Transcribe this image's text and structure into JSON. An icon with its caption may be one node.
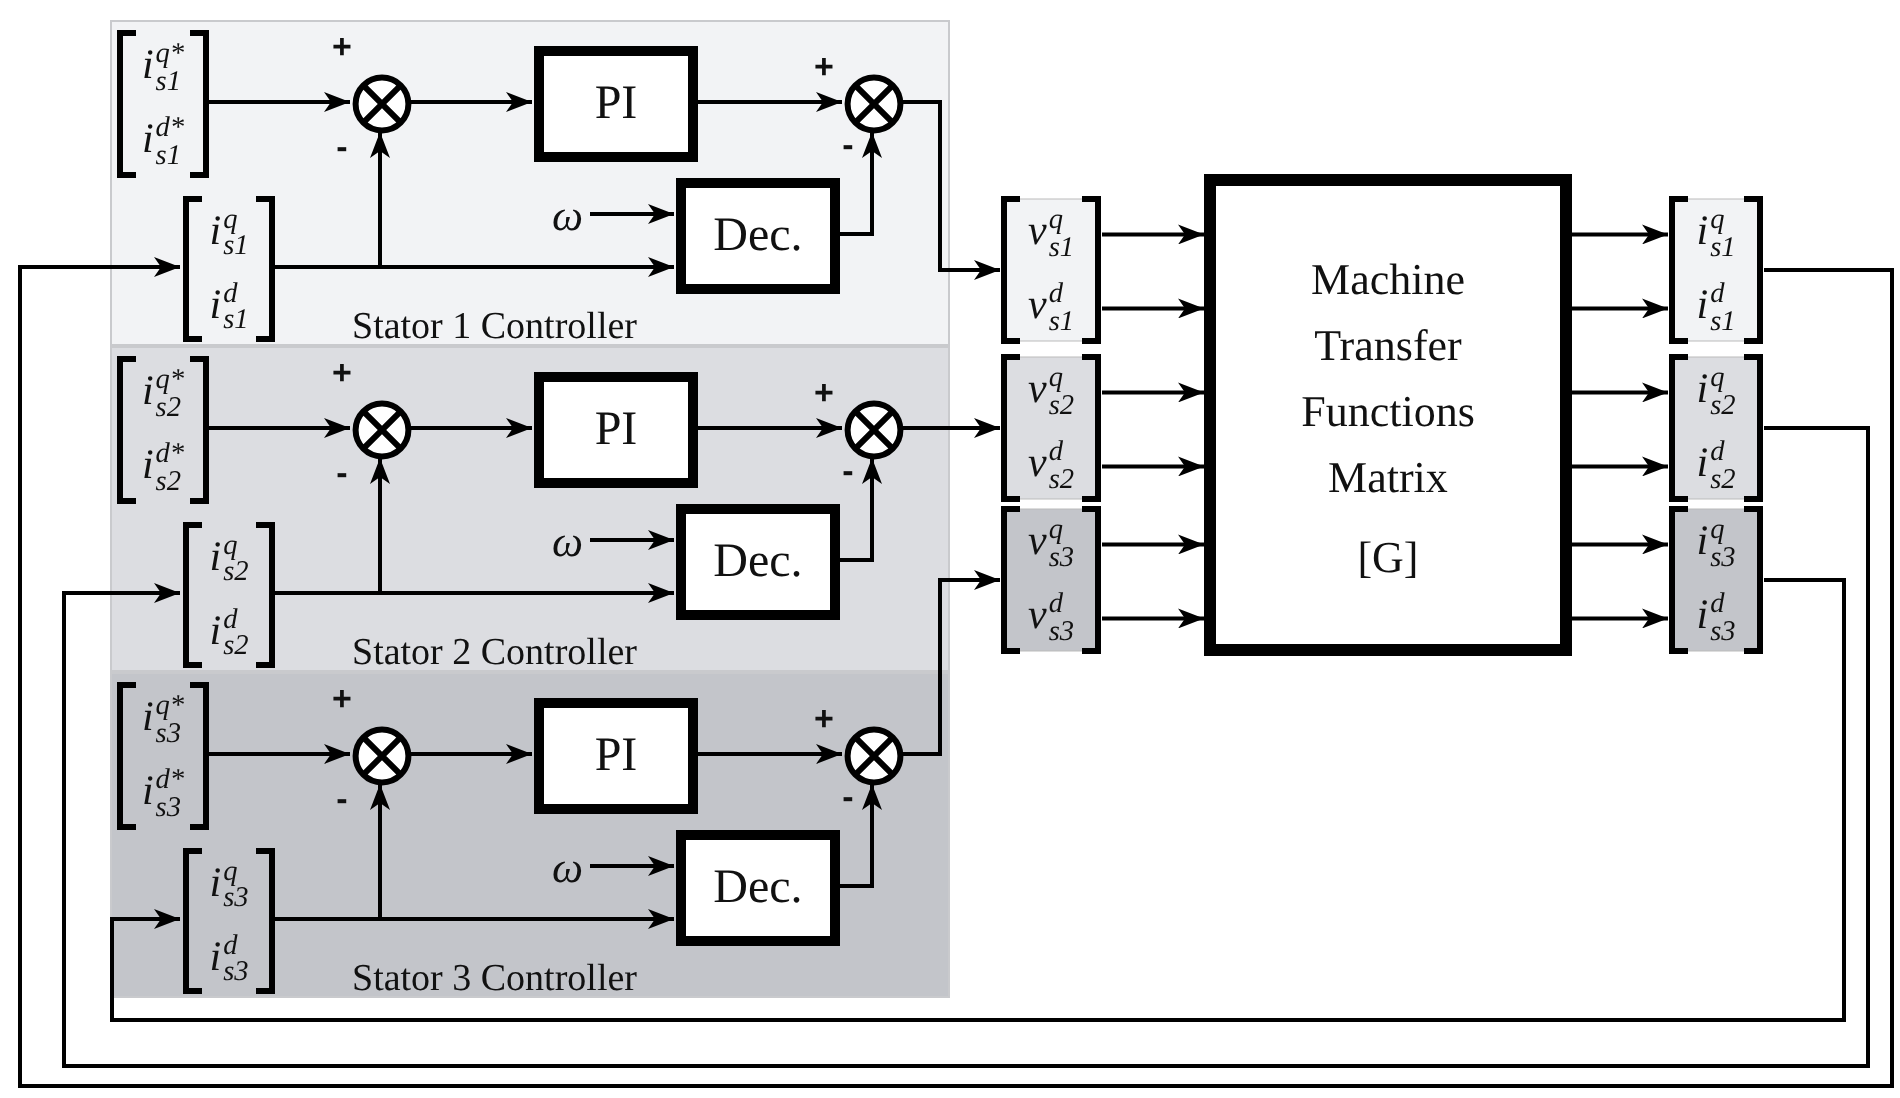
{
  "diagram": {
    "nodes": [
      {
        "text": [
          "Stator 1 Controller"
        ]
      },
      {
        "text": [
          "i$^{q*}$$_{s1}$",
          "i$^{d*}$$_{s1}$"
        ],
        "in": 0
      },
      {
        "text": [],
        "shape": "circle",
        "in": 0,
        "beside": [
          "+",
          "-"
        ]
      },
      {
        "text": [
          "PI"
        ],
        "in": 0
      },
      {
        "text": [],
        "shape": "circle",
        "in": 0,
        "beside": [
          "+",
          "-"
        ]
      },
      {
        "text": [
          "i$^{q}$$_{s1}$",
          "i$^{d}$$_{s1}$"
        ],
        "in": 0
      },
      {
        "text": [
          "ω"
        ],
        "in": 0
      },
      {
        "text": [
          "Dec."
        ],
        "in": 0
      },
      {
        "text": [
          "Stator 2 Controller"
        ]
      },
      {
        "text": [
          "i$^{q*}$$_{s2}$",
          "i$^{d*}$$_{s2}$"
        ],
        "in": 8
      },
      {
        "text": [],
        "shape": "circle",
        "in": 8,
        "beside": [
          "+",
          "-"
        ]
      },
      {
        "text": [
          "PI"
        ],
        "in": 8
      },
      {
        "text": [],
        "shape": "circle",
        "in": 8,
        "beside": [
          "+",
          "-"
        ]
      },
      {
        "text": [
          "i$^{q}$$_{s2}$",
          "i$^{d}$$_{s2}$"
        ],
        "in": 8
      },
      {
        "text": [
          "ω"
        ],
        "in": 8
      },
      {
        "text": [
          "Dec."
        ],
        "in": 8
      },
      {
        "text": [
          "Stator 3 Controller"
        ]
      },
      {
        "text": [
          "i$^{q*}$$_{s3}$",
          "i$^{d*}$$_{s3}$"
        ],
        "in": 16
      },
      {
        "text": [],
        "shape": "circle",
        "in": 16,
        "beside": [
          "+",
          "-"
        ]
      },
      {
        "text": [
          "PI"
        ],
        "in": 16
      },
      {
        "text": [],
        "shape": "circle",
        "in": 16,
        "beside": [
          "+",
          "-"
        ]
      },
      {
        "text": [
          "i$^{q}$$_{s3}$",
          "i$^{d}$$_{s3}$"
        ],
        "in": 16
      },
      {
        "text": [
          "ω"
        ],
        "in": 16
      },
      {
        "text": [
          "Dec."
        ],
        "in": 16
      },
      {
        "text": [
          "v$^{q}$$_{s1}$",
          "v$^{d}$$_{s1}$"
        ]
      },
      {
        "text": [
          "v$^{q}$$_{s2}$",
          "v$^{d}$$_{s2}$"
        ]
      },
      {
        "text": [
          "v$^{q}$$_{s3}$",
          "v$^{d}$$_{s3}$"
        ]
      },
      {
        "text": [
          "Machine Transfer Functions Matrix",
          "[G]"
        ]
      },
      {
        "text": [
          "i$^{q}$$_{s1}$",
          "i$^{d}$$_{s1}$"
        ]
      },
      {
        "text": [
          "i$^{q}$$_{s2}$",
          "i$^{d}$$_{s2}$"
        ]
      },
      {
        "text": [
          "i$^{q}$$_{s3}$",
          "i$^{d}$$_{s3}$"
        ]
      }
    ],
    "edges": [
      {
        "from": 1,
        "to": 2,
        "arrow": "to"
      },
      {
        "from": 2,
        "to": 3,
        "arrow": "to"
      },
      {
        "from": 3,
        "to": 4,
        "arrow": "to"
      },
      {
        "from": 5,
        "to": 2,
        "arrow": "to"
      },
      {
        "from": 5,
        "to": 7,
        "arrow": "to"
      },
      {
        "from": 6,
        "to": 7,
        "arrow": "to"
      },
      {
        "from": 7,
        "to": 4,
        "arrow": "to"
      },
      {
        "from": 4,
        "to": 24,
        "arrow": "to"
      },
      {
        "from": 9,
        "to": 10,
        "arrow": "to"
      },
      {
        "from": 10,
        "to": 11,
        "arrow": "to"
      },
      {
        "from": 11,
        "to": 12,
        "arrow": "to"
      },
      {
        "from": 13,
        "to": 10,
        "arrow": "to"
      },
      {
        "from": 13,
        "to": 15,
        "arrow": "to"
      },
      {
        "from": 14,
        "to": 15,
        "arrow": "to"
      },
      {
        "from": 15,
        "to": 12,
        "arrow": "to"
      },
      {
        "from": 12,
        "to": 25,
        "arrow": "to"
      },
      {
        "from": 17,
        "to": 18,
        "arrow": "to"
      },
      {
        "from": 18,
        "to": 19,
        "arrow": "to"
      },
      {
        "from": 19,
        "to": 20,
        "arrow": "to"
      },
      {
        "from": 21,
        "to": 18,
        "arrow": "to"
      },
      {
        "from": 21,
        "to": 23,
        "arrow": "to"
      },
      {
        "from": 22,
        "to": 23,
        "arrow": "to"
      },
      {
        "from": 23,
        "to": 20,
        "arrow": "to"
      },
      {
        "from": 20,
        "to": 26,
        "arrow": "to"
      },
      {
        "from": 24,
        "to": 27,
        "arrow": "to"
      },
      {
        "from": 24,
        "to": 27,
        "arrow": "to"
      },
      {
        "from": 25,
        "to": 27,
        "arrow": "to"
      },
      {
        "from": 25,
        "to": 27,
        "arrow": "to"
      },
      {
        "from": 26,
        "to": 27,
        "arrow": "to"
      },
      {
        "from": 26,
        "to": 27,
        "arrow": "to"
      },
      {
        "from": 27,
        "to": 28,
        "arrow": "to"
      },
      {
        "from": 27,
        "to": 28,
        "arrow": "to"
      },
      {
        "from": 27,
        "to": 29,
        "arrow": "to"
      },
      {
        "from": 27,
        "to": 29,
        "arrow": "to"
      },
      {
        "from": 27,
        "to": 30,
        "arrow": "to"
      },
      {
        "from": 27,
        "to": 30,
        "arrow": "to"
      },
      {
        "from": 28,
        "to": 5,
        "arrow": "to"
      },
      {
        "from": 29,
        "to": 13,
        "arrow": "to"
      },
      {
        "from": 30,
        "to": 21,
        "arrow": "to"
      }
    ]
  }
}
